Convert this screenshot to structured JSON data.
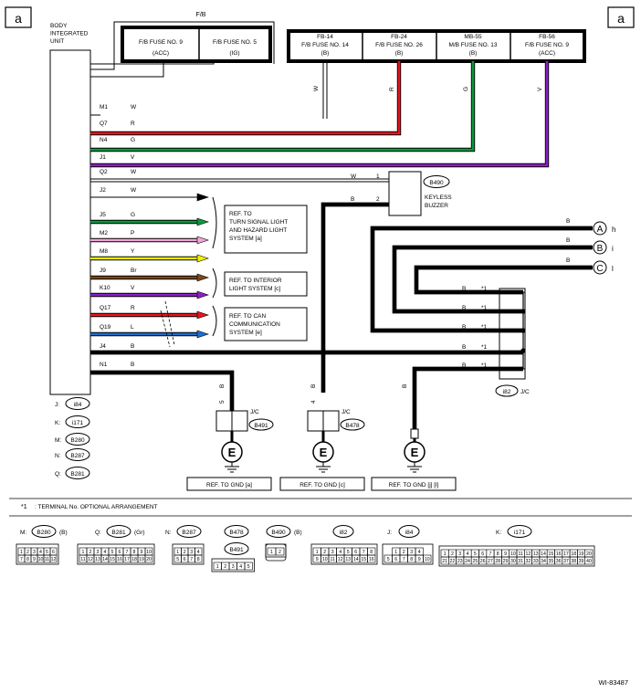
{
  "corner_tag": "a",
  "unit": {
    "lines": [
      "BODY",
      "INTEGRATED",
      "UNIT"
    ]
  },
  "fb_label": "F/B",
  "left_fuses": [
    {
      "name": "F/B FUSE NO. 9",
      "sub": "(ACC)"
    },
    {
      "name": "F/B FUSE NO. 5",
      "sub": "(IG)"
    }
  ],
  "right_fuses": [
    {
      "code": "FB-14",
      "name": "F/B FUSE NO. 14",
      "sub": "(B)"
    },
    {
      "code": "FB-24",
      "name": "F/B FUSE NO. 26",
      "sub": "(B)"
    },
    {
      "code": "MB-55",
      "name": "M/B FUSE NO. 13",
      "sub": "(B)"
    },
    {
      "code": "FB-56",
      "name": "F/B FUSE NO. 9",
      "sub": "(ACC)"
    }
  ],
  "fuse_wire_colors": [
    "W",
    "R",
    "G",
    "V"
  ],
  "pins": [
    {
      "pin": "M1",
      "color": "W"
    },
    {
      "pin": "Q7",
      "color": "R"
    },
    {
      "pin": "N4",
      "color": "G"
    },
    {
      "pin": "J1",
      "color": "V"
    },
    {
      "pin": "Q2",
      "color": "W"
    },
    {
      "pin": "J2",
      "color": "W"
    },
    {
      "pin": "J5",
      "color": "G"
    },
    {
      "pin": "M2",
      "color": "P"
    },
    {
      "pin": "M8",
      "color": "Y"
    },
    {
      "pin": "J9",
      "color": "Br"
    },
    {
      "pin": "K10",
      "color": "V"
    },
    {
      "pin": "Q17",
      "color": "R"
    },
    {
      "pin": "Q19",
      "color": "L"
    },
    {
      "pin": "J4",
      "color": "B"
    },
    {
      "pin": "N1",
      "color": "B"
    }
  ],
  "wire_colors_hex": {
    "W": "#ffffff",
    "R": "#e8141c",
    "G": "#0a9a3c",
    "V": "#8e1ec8",
    "P": "#f2a6d8",
    "Y": "#f4f000",
    "Br": "#7a4a14",
    "L": "#1a6fd0",
    "B": "#000000"
  },
  "buzzer": {
    "id": "B490",
    "lines": [
      "KEYLESS",
      "BUZZER"
    ],
    "pins": [
      "1",
      "2"
    ],
    "wire_labels": [
      "W",
      "B"
    ]
  },
  "refs": [
    {
      "lines": [
        "REF. TO",
        "TURN SIGNAL LIGHT",
        "AND HAZARD LIGHT",
        "SYSTEM [a]"
      ]
    },
    {
      "lines": [
        "REF. TO INTERIOR",
        "LIGHT SYSTEM [c]"
      ]
    },
    {
      "lines": [
        "REF. TO CAN",
        "COMMUNICATION",
        "SYSTEM [e]"
      ]
    }
  ],
  "links": [
    {
      "letter": "A",
      "ref": "h",
      "wire": "B"
    },
    {
      "letter": "B",
      "ref": "i",
      "wire": "B"
    },
    {
      "letter": "C",
      "ref": "l",
      "wire": "B"
    }
  ],
  "i82_rows": [
    {
      "wire": "B",
      "note": "*1"
    },
    {
      "wire": "B",
      "note": "*1"
    },
    {
      "wire": "B",
      "note": "*1"
    },
    {
      "wire": "B",
      "note": "*1"
    },
    {
      "wire": "B",
      "note": "*1"
    }
  ],
  "jc_i82": {
    "id": "i82",
    "label": "J/C"
  },
  "grounds": [
    {
      "wire": "B",
      "pin": "5",
      "jc": "J/C",
      "conn": "B491",
      "ref": "REF. TO GND [a]"
    },
    {
      "wire": "B",
      "pin": "4",
      "jc": "J/C",
      "conn": "B478",
      "ref": "REF. TO GND [c]"
    },
    {
      "wire": "B",
      "pin": "",
      "jc": "",
      "conn": "",
      "ref": "REF. TO GND [j] [l]"
    }
  ],
  "ground_symbol": "E",
  "conn_legend": [
    {
      "prefix": "J:",
      "id": "i84"
    },
    {
      "prefix": "K:",
      "id": "i171"
    },
    {
      "prefix": "M:",
      "id": "B280"
    },
    {
      "prefix": "N:",
      "id": "B287"
    },
    {
      "prefix": "Q:",
      "id": "B281"
    }
  ],
  "footnote": {
    "mark": "*1",
    "text": ": TERMINAL No. OPTIONAL ARRANGEMENT"
  },
  "faces": [
    {
      "prefix": "M:",
      "id": "B280",
      "suffix": "(B)"
    },
    {
      "prefix": "Q:",
      "id": "B281",
      "suffix": "(Gr)"
    },
    {
      "prefix": "N:",
      "id": "B287",
      "suffix": ""
    },
    {
      "prefix": "",
      "id": "B478",
      "suffix": ""
    },
    {
      "prefix": "",
      "id": "B491",
      "suffix": ""
    },
    {
      "prefix": "",
      "id": "B490",
      "suffix": "(B)"
    },
    {
      "prefix": "",
      "id": "i82",
      "suffix": ""
    },
    {
      "prefix": "J:",
      "id": "i84",
      "suffix": ""
    },
    {
      "prefix": "K:",
      "id": "i171",
      "suffix": ""
    }
  ],
  "face_numbers": {
    "B280": [
      [
        "1",
        "2",
        "3",
        "4",
        "5",
        "6"
      ],
      [
        "7",
        "8",
        "9",
        "10",
        "11",
        "12"
      ]
    ],
    "B281": [
      [
        "1",
        "2",
        "3",
        "4",
        "5",
        "6",
        "7",
        "8",
        "9",
        "10"
      ],
      [
        "11",
        "12",
        "13",
        "14",
        "15",
        "16",
        "17",
        "18",
        "19",
        "20"
      ]
    ],
    "B287": [
      [
        "1",
        "2",
        "3",
        "4"
      ],
      [
        "5",
        "6",
        "7",
        "8"
      ]
    ],
    "B491": [
      [
        "1",
        "2",
        "3",
        "4",
        "5"
      ]
    ],
    "B490": [
      [
        "1",
        "2"
      ]
    ],
    "i82": [
      [
        "1",
        "2",
        "3",
        "4",
        "5",
        "6",
        "7",
        "8"
      ],
      [
        "9",
        "10",
        "11",
        "12",
        "13",
        "14",
        "15",
        "16"
      ]
    ],
    "i84": [
      [
        "1",
        "2",
        "3",
        "4"
      ],
      [
        "5",
        "6",
        "7",
        "8",
        "9",
        "10"
      ]
    ],
    "i171": [
      [
        "1",
        "2",
        "3",
        "4",
        "5",
        "6",
        "7",
        "8",
        "9",
        "10",
        "11",
        "12",
        "13",
        "14",
        "15",
        "16",
        "17",
        "18",
        "19",
        "20"
      ],
      [
        "21",
        "22",
        "23",
        "24",
        "25",
        "26",
        "27",
        "28",
        "29",
        "30",
        "31",
        "32",
        "33",
        "34",
        "35",
        "36",
        "37",
        "38",
        "39",
        "40"
      ]
    ]
  },
  "doc_code": "WI-83487"
}
